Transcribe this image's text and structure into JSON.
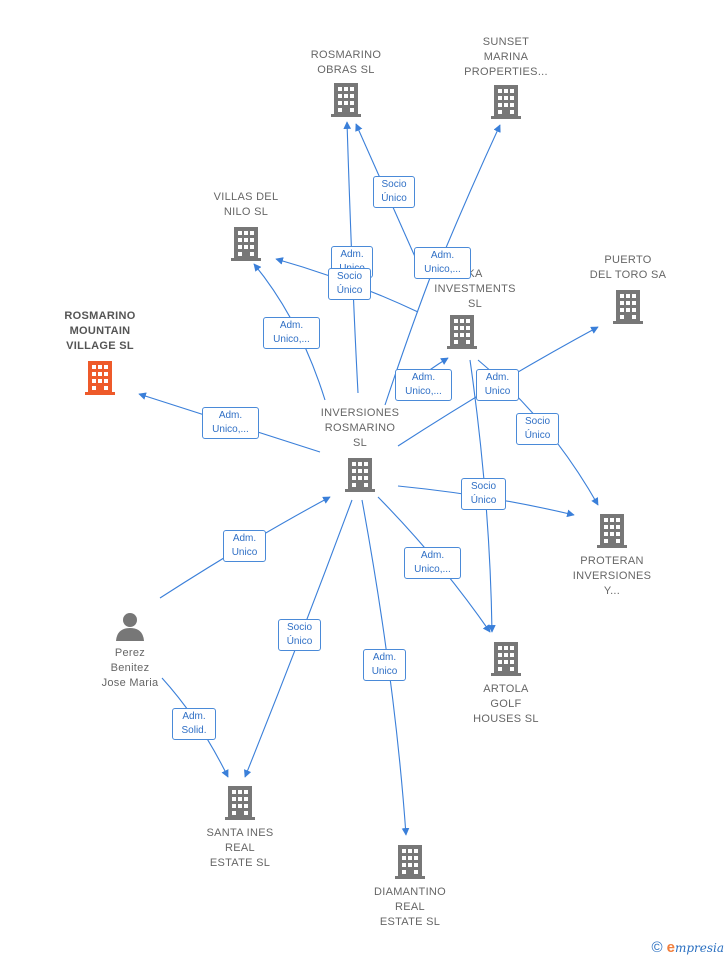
{
  "colors": {
    "edge": "#3a7fd9",
    "building": "#777777",
    "highlight": "#ee5a2a",
    "label": "#666666"
  },
  "nodes": [
    {
      "id": "rosmarino-obras",
      "label": "ROSMARINO\nOBRAS  SL",
      "icon": "building-icon"
    },
    {
      "id": "sunset-marina",
      "label": "SUNSET\nMARINA\nPROPERTIES...",
      "icon": "building-icon"
    },
    {
      "id": "villas-nilo",
      "label": "VILLAS DEL\nNILO  SL",
      "icon": "building-icon"
    },
    {
      "id": "ka-investments",
      "label": "KA\nINVESTMENTS\nSL",
      "icon": "building-icon"
    },
    {
      "id": "puerto-toro",
      "label": "PUERTO\nDEL TORO SA",
      "icon": "building-icon"
    },
    {
      "id": "rosmarino-mountain",
      "label": "ROSMARINO\nMOUNTAIN\nVILLAGE  SL",
      "icon": "building-icon",
      "highlight": true
    },
    {
      "id": "inversiones-rosmarino",
      "label": "INVERSIONES\nROSMARINO\nSL",
      "icon": "building-icon"
    },
    {
      "id": "proteran",
      "label": "PROTERAN\nINVERSIONES\nY...",
      "icon": "building-icon"
    },
    {
      "id": "perez",
      "label": "Perez\nBenitez\nJose Maria",
      "icon": "person-icon"
    },
    {
      "id": "artola",
      "label": "ARTOLA\nGOLF\nHOUSES  SL",
      "icon": "building-icon"
    },
    {
      "id": "santa-ines",
      "label": "SANTA INES\nREAL\nESTATE  SL",
      "icon": "building-icon"
    },
    {
      "id": "diamantino",
      "label": "DIAMANTINO\nREAL\nESTATE  SL",
      "icon": "building-icon"
    }
  ],
  "edge_labels": [
    {
      "id": "e1",
      "text": "Socio\nÚnico"
    },
    {
      "id": "e2",
      "text": "Adm.\nUnico"
    },
    {
      "id": "e3",
      "text": "Socio\nÚnico"
    },
    {
      "id": "e4",
      "text": "Adm.\nUnico,..."
    },
    {
      "id": "e5",
      "text": "Adm.\nUnico,..."
    },
    {
      "id": "e6",
      "text": "Adm.\nUnico,..."
    },
    {
      "id": "e7",
      "text": "Adm.\nUnico"
    },
    {
      "id": "e8",
      "text": "Socio\nÚnico"
    },
    {
      "id": "e9",
      "text": "Adm.\nUnico,..."
    },
    {
      "id": "e10",
      "text": "Socio\nÚnico"
    },
    {
      "id": "e11",
      "text": "Adm.\nUnico"
    },
    {
      "id": "e12",
      "text": "Adm.\nUnico,..."
    },
    {
      "id": "e13",
      "text": "Socio\nÚnico"
    },
    {
      "id": "e14",
      "text": "Adm.\nUnico"
    },
    {
      "id": "e15",
      "text": "Adm.\nSolid."
    }
  ],
  "footer": {
    "copyright": "©",
    "brand_initial": "e",
    "brand_rest": "mpresia"
  }
}
